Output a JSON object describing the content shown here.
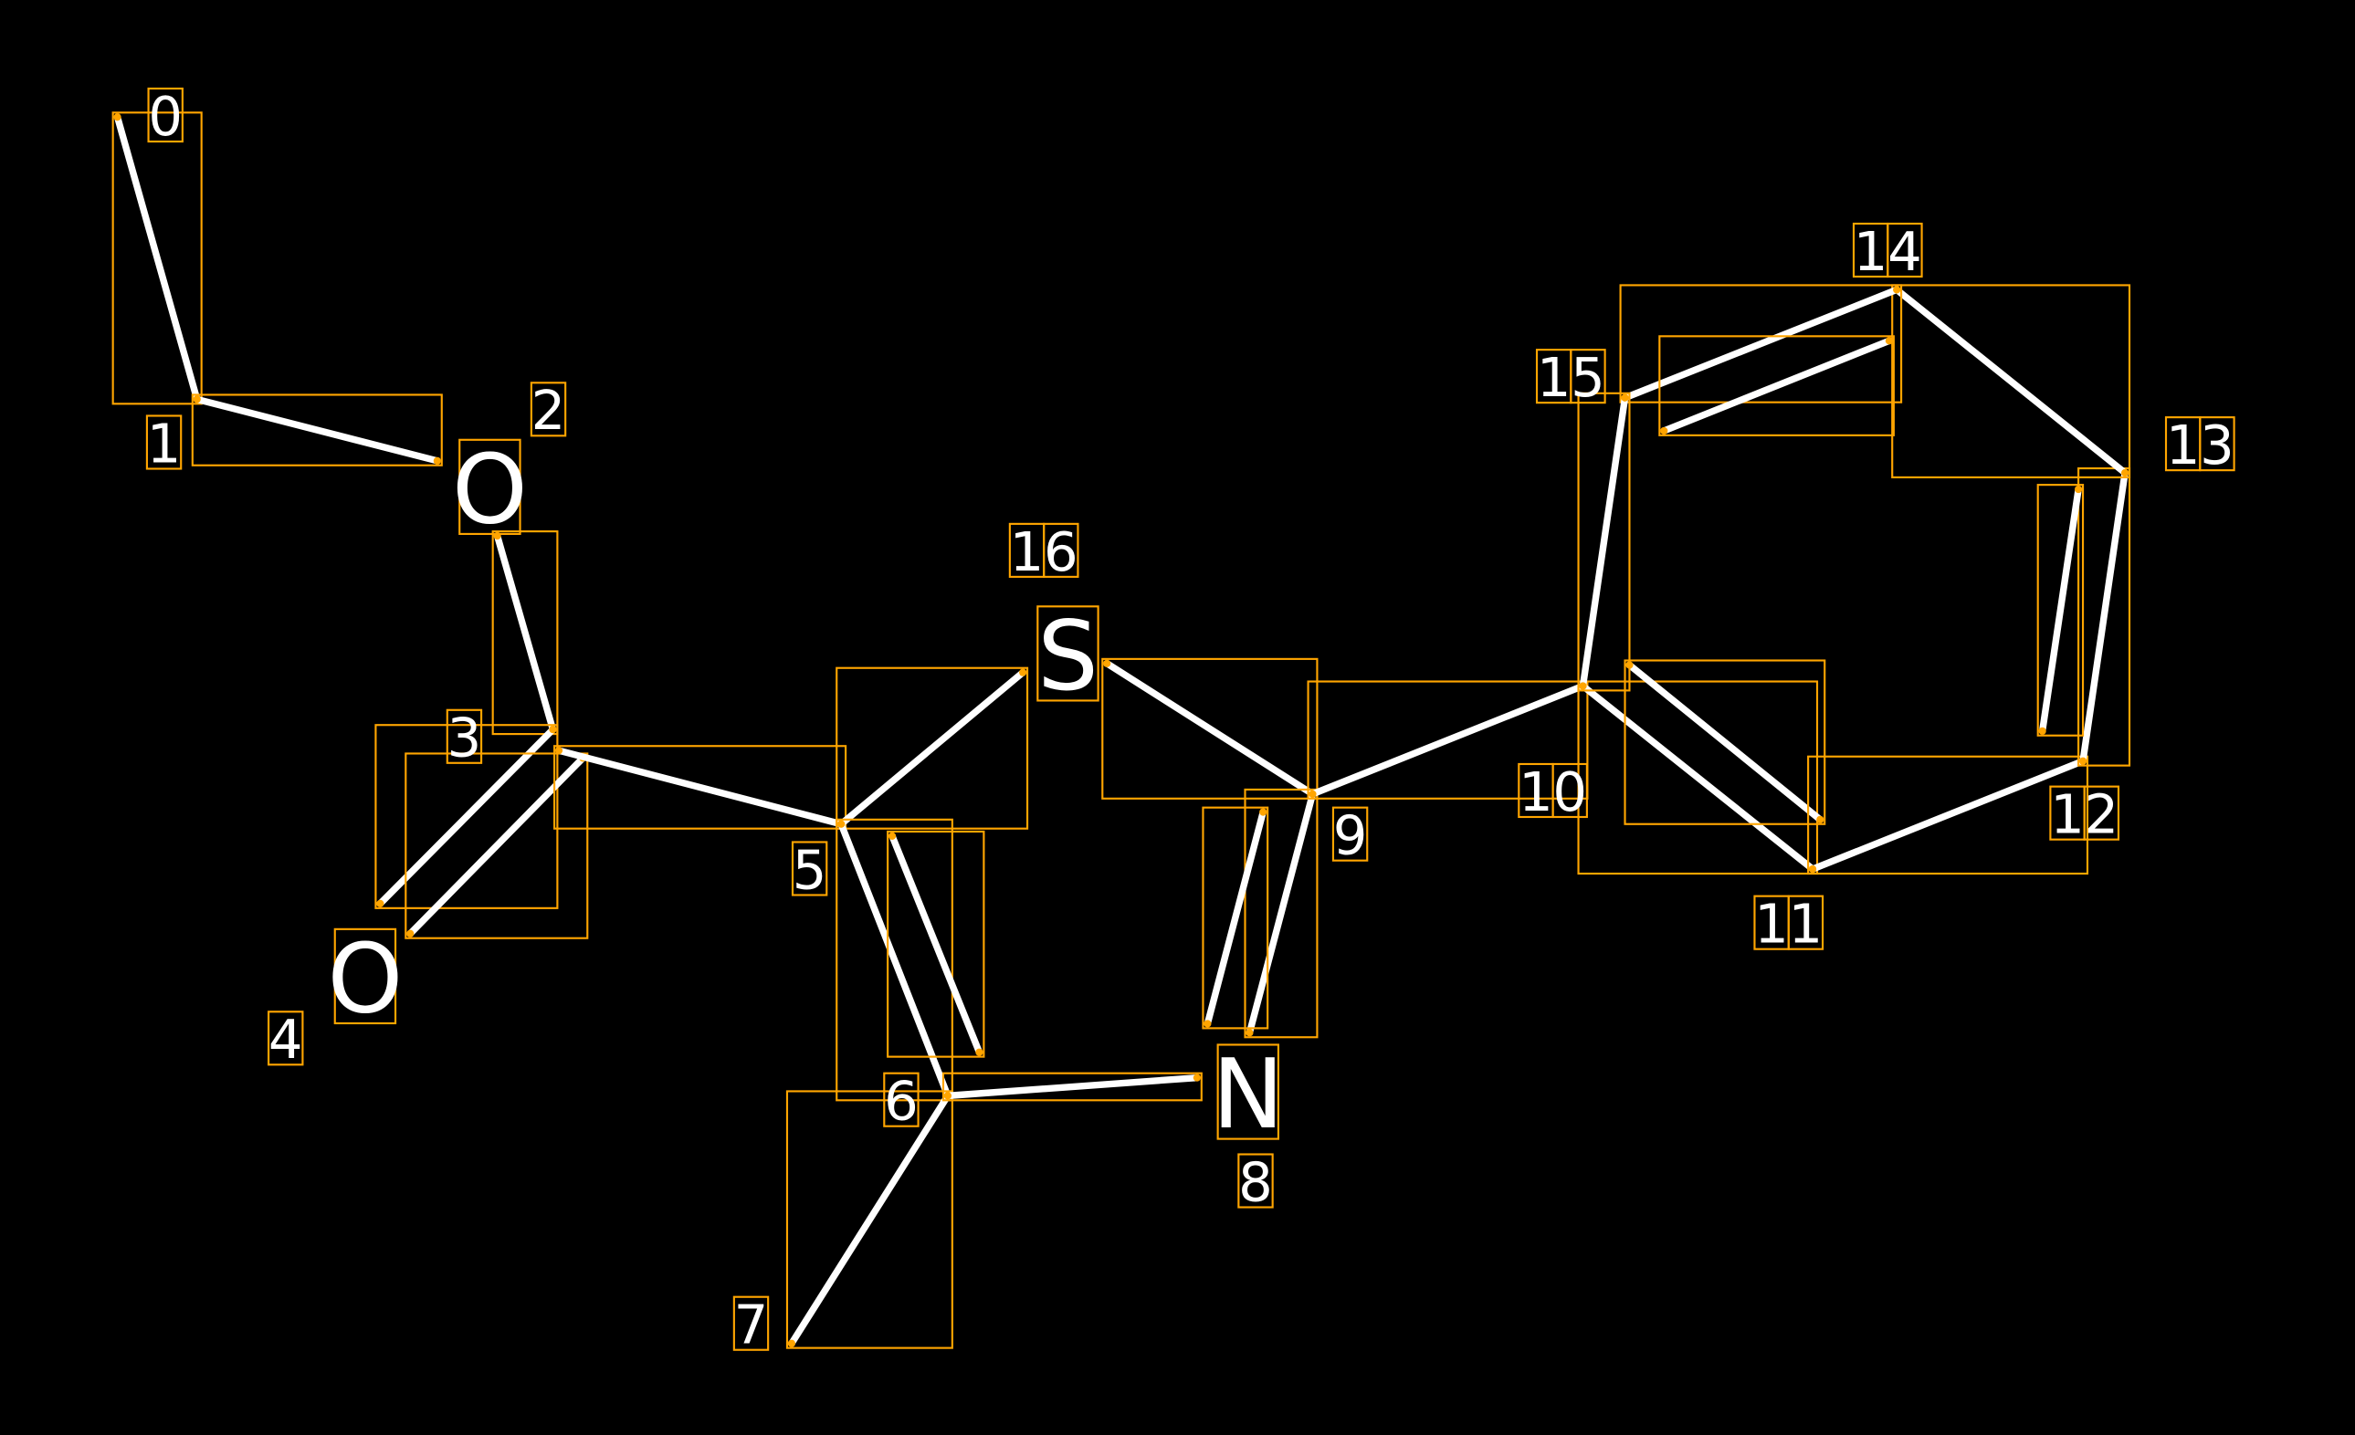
{
  "colors": {
    "background": "#000000",
    "bond": "#ffffff",
    "box": "#ffa500",
    "text": "#ffffff"
  },
  "atoms": [
    {
      "index": "0",
      "symbol": ""
    },
    {
      "index": "1",
      "symbol": ""
    },
    {
      "index": "2",
      "symbol": "O"
    },
    {
      "index": "3",
      "symbol": ""
    },
    {
      "index": "4",
      "symbol": "O"
    },
    {
      "index": "5",
      "symbol": ""
    },
    {
      "index": "6",
      "symbol": ""
    },
    {
      "index": "7",
      "symbol": ""
    },
    {
      "index": "8",
      "symbol": "N"
    },
    {
      "index": "9",
      "symbol": ""
    },
    {
      "index": "10",
      "symbol": ""
    },
    {
      "index": "11",
      "symbol": ""
    },
    {
      "index": "12",
      "symbol": ""
    },
    {
      "index": "13",
      "symbol": ""
    },
    {
      "index": "14",
      "symbol": ""
    },
    {
      "index": "15",
      "symbol": ""
    },
    {
      "index": "16",
      "symbol": "S"
    }
  ],
  "bonds": [
    {
      "from": 0,
      "to": 1,
      "order": 1
    },
    {
      "from": 1,
      "to": 2,
      "order": 1
    },
    {
      "from": 2,
      "to": 3,
      "order": 1
    },
    {
      "from": 3,
      "to": 4,
      "order": 2
    },
    {
      "from": 3,
      "to": 5,
      "order": 1
    },
    {
      "from": 5,
      "to": 16,
      "order": 1
    },
    {
      "from": 16,
      "to": 9,
      "order": 1
    },
    {
      "from": 5,
      "to": 6,
      "order": 2
    },
    {
      "from": 6,
      "to": 7,
      "order": 1
    },
    {
      "from": 6,
      "to": 8,
      "order": 1
    },
    {
      "from": 8,
      "to": 9,
      "order": 2
    },
    {
      "from": 9,
      "to": 10,
      "order": 1
    },
    {
      "from": 10,
      "to": 11,
      "order": 2
    },
    {
      "from": 11,
      "to": 12,
      "order": 1
    },
    {
      "from": 12,
      "to": 13,
      "order": 2
    },
    {
      "from": 13,
      "to": 14,
      "order": 1
    },
    {
      "from": 14,
      "to": 15,
      "order": 2
    },
    {
      "from": 15,
      "to": 10,
      "order": 1
    }
  ]
}
